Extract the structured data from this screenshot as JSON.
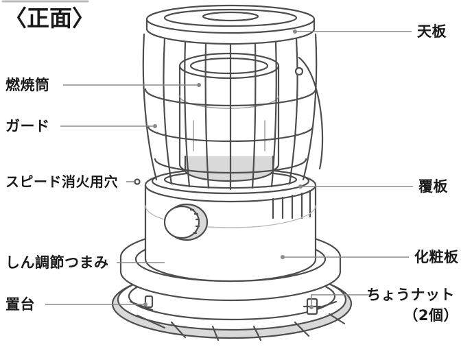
{
  "title": "〈正面〉",
  "labels": {
    "tenban": "天板",
    "nenshoutou": "燃焼筒",
    "guard": "ガード",
    "speed_shouka_ana": "スピード消火用穴",
    "fukuban": "覆板",
    "shin_chousetsu_tsumami": "しん調節つまみ",
    "keshouban": "化粧板",
    "okidai": "置台",
    "chou_nut": "ちょうナット",
    "chou_nut_count": "（2個）"
  },
  "colors": {
    "line": "#4d4d4d",
    "fill": "#ffffff",
    "shade": "#d9d9d9",
    "leader": "#8a8a8a"
  }
}
